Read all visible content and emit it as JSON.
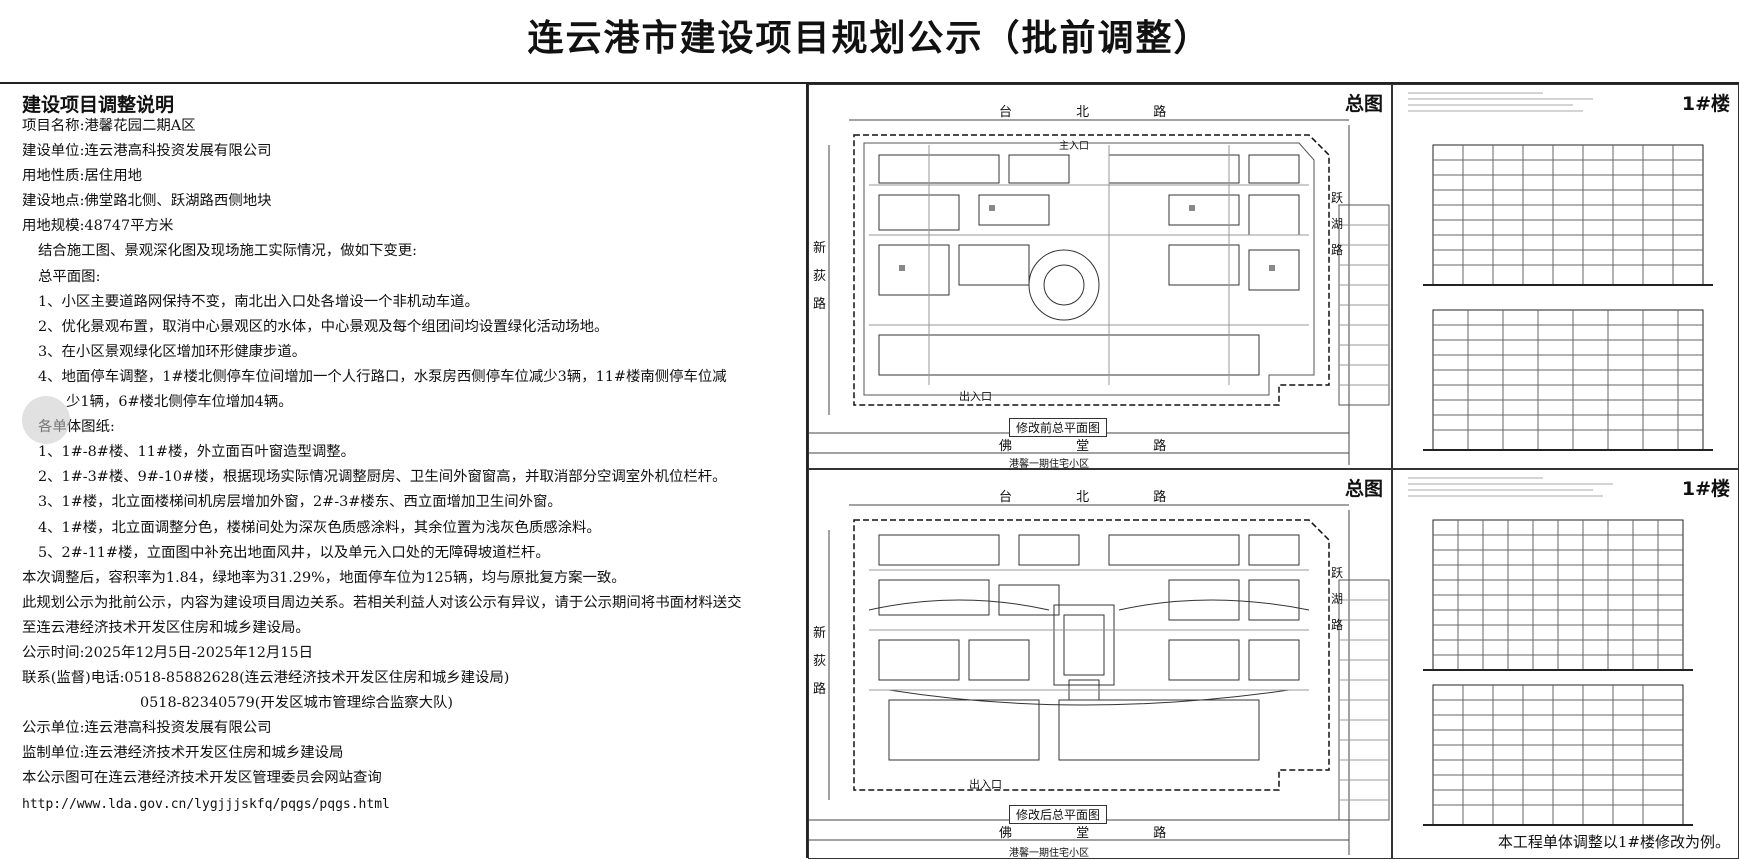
{
  "title": "连云港市建设项目规划公示（批前调整）",
  "left": {
    "heading": "建设项目调整说明",
    "project_name": "项目名称:港馨花园二期A区",
    "developer": "建设单位:连云港高科投资发展有限公司",
    "land_use": "用地性质:居住用地",
    "location": "建设地点:佛堂路北侧、跃湖路西侧地块",
    "scale": "用地规模:48747平方米",
    "intro": "结合施工图、景观深化图及现场施工实际情况，做如下变更:",
    "site_plan_heading": "总平面图:",
    "site_items": [
      "1、小区主要道路网保持不变，南北出入口处各增设一个非机动车道。",
      "2、优化景观布置，取消中心景观区的水体，中心景观及每个组团间均设置绿化活动场地。",
      "3、在小区景观绿化区增加环形健康步道。",
      "4、地面停车调整，1#楼北侧停车位间增加一个人行路口，水泵房西侧停车位减少3辆，11#楼南侧停车位减",
      "少1辆，6#楼北侧停车位增加4辆。"
    ],
    "building_heading": "各单体图纸:",
    "building_items": [
      "1、1#-8#楼、11#楼，外立面百叶窗造型调整。",
      "2、1#-3#楼、9#-10#楼，根据现场实际情况调整厨房、卫生间外窗窗高，并取消部分空调室外机位栏杆。",
      "3、1#楼，北立面楼梯间机房层增加外窗，2#-3#楼东、西立面增加卫生间外窗。",
      "4、1#楼，北立面调整分色，楼梯间处为深灰色质感涂料，其余位置为浅灰色质感涂料。",
      "5、2#-11#楼，立面图中补充出地面风井，以及单元入口处的无障碍坡道栏杆。"
    ],
    "summary": "本次调整后，容积率为1.84，绿地率为31.29%，地面停车位为125辆，均与原批复方案一致。",
    "notice_1": "此规划公示为批前公示，内容为建设项目周边关系。若相关利益人对该公示有异议，请于公示期间将书面材料送交",
    "notice_2": "至连云港经济技术开发区住房和城乡建设局。",
    "period": "公示时间:2025年12月5日-2025年12月15日",
    "contact_1": "联系(监督)电话:0518-85882628(连云港经济技术开发区住房和城乡建设局)",
    "contact_2": "0518-82340579(开发区城市管理综合监察大队)",
    "publisher": "公示单位:连云港高科投资发展有限公司",
    "supervisor": "监制单位:连云港经济技术开发区住房和城乡建设局",
    "website_note": "本公示图可在连云港经济技术开发区管理委员会网站查询",
    "url": "http://www.lda.gov.cn/lygjjjskfq/pqgs/pqgs.html"
  },
  "panels": {
    "site_label_top": "总图",
    "site_label_bottom": "总图",
    "bldg_label_top": "1#楼",
    "bldg_label_bottom": "1#楼",
    "road_north": "台 北 路",
    "road_south": "佛 堂 路",
    "road_west": "新 荻 路",
    "road_east": "跃 湖 路",
    "main_entrance": "出入口",
    "north_entrance": "主入口",
    "before_caption": "修改前总平面图",
    "after_caption": "修改后总平面图",
    "neighbor": "港馨一期住宅小区",
    "footer_note": "本工程单体调整以1#楼修改为例。"
  }
}
